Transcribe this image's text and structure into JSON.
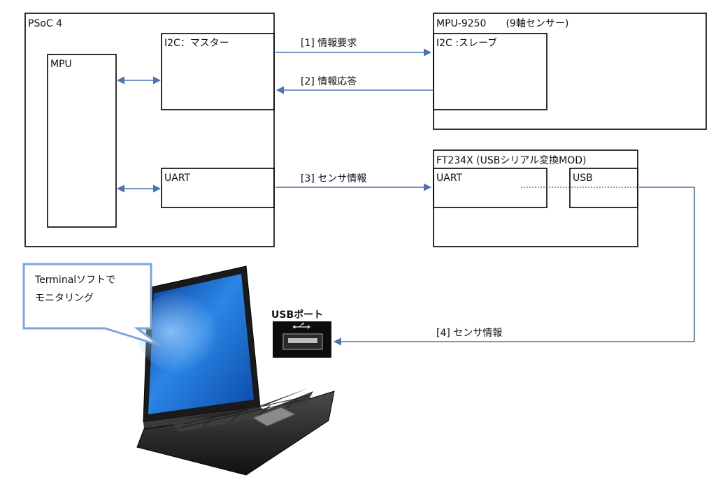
{
  "blocks": {
    "psoc": "PSoC 4",
    "mpu_core": "MPU",
    "i2c_master": "I2C：マスター",
    "uart_psoc": "UART",
    "mpu9250": "MPU-9250　　(9軸センサー)",
    "i2c_slave": "I2C :スレーブ",
    "ft234x": "FT234X (USBシリアル変換MOD)",
    "uart_ft": "UART",
    "usb_ft": "USB"
  },
  "arrows": {
    "info_request": "[1] 情報要求",
    "info_response": "[2]  情報応答",
    "sensor_info_3": "[3] センサ情報",
    "sensor_info_4": "[4] センサ情報"
  },
  "callout": {
    "line1": "Terminalソフトで",
    "line2": "モニタリング"
  },
  "usb_port": {
    "label": "USBポート",
    "icon": "usb-symbol-icon"
  },
  "colors": {
    "arrow": "#4a74b0",
    "callout_border": "#7aa6d8",
    "screen": "#2a78d8"
  }
}
